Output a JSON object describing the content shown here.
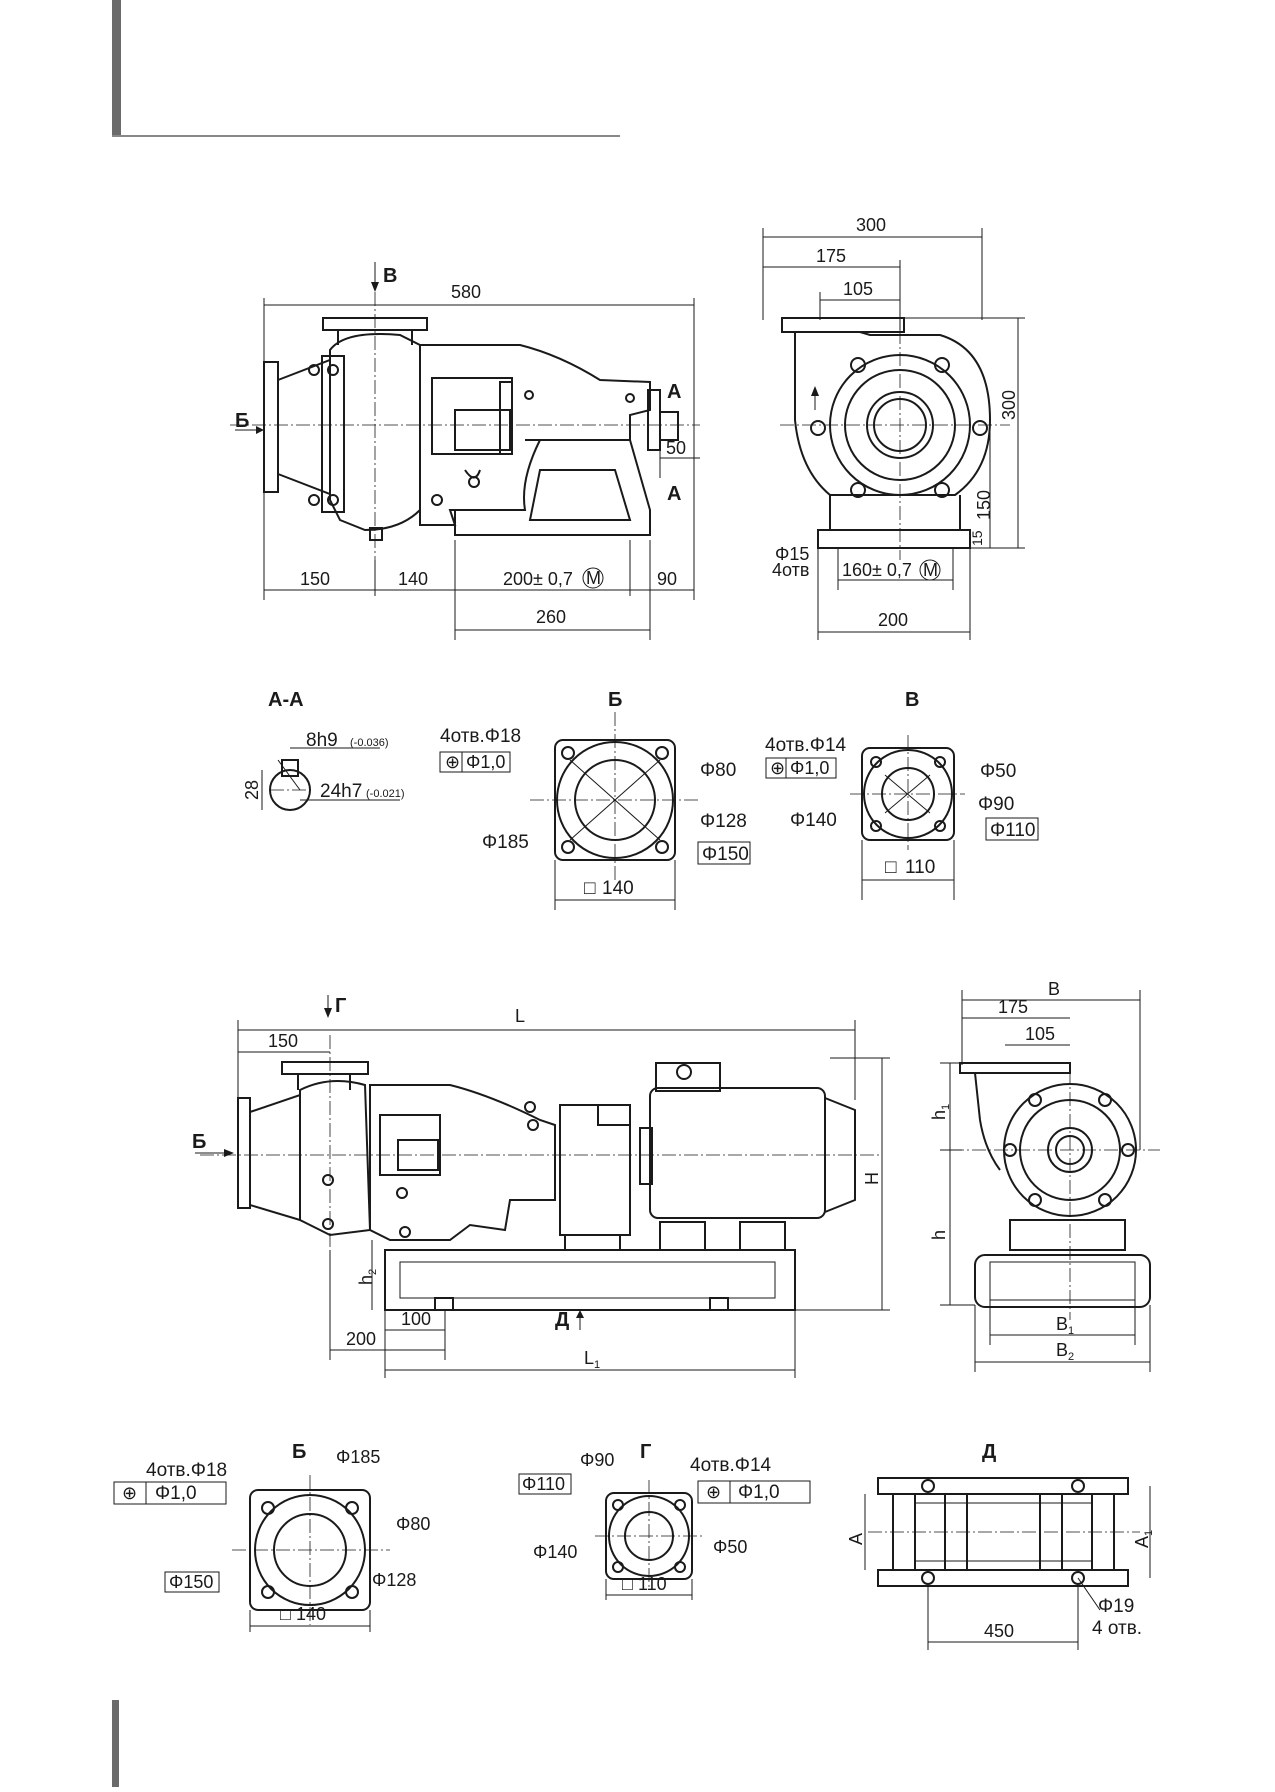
{
  "pump_top": {
    "dims": {
      "overall": "580",
      "b_view": "В",
      "b_side": "Б",
      "a_cut": "А",
      "d150": "150",
      "d140": "140",
      "d200": "200± 0,7",
      "d90": "90",
      "d260": "260",
      "d50": "50"
    }
  },
  "pump_side": {
    "dims": {
      "w300": "300",
      "w175": "175",
      "w105": "105",
      "h300": "300",
      "h150": "150",
      "h15": "15",
      "hole": "Φ15",
      "hole_count": "4отв",
      "d160": "160± 0,7",
      "w200": "200"
    }
  },
  "sections_top": {
    "aa": {
      "title": "А-А",
      "key": "8h9",
      "key_tol": "(-0.036)",
      "dia": "24h7",
      "dia_tol": "(-0.021)",
      "height": "28"
    },
    "b": {
      "title": "Б",
      "holes": "4отв.Φ18",
      "pos_tol": "Φ1,0",
      "d80": "Φ80",
      "d128": "Φ128",
      "d185": "Φ185",
      "d150": "Φ150",
      "sq": "140"
    },
    "v": {
      "title": "В",
      "holes": "4отв.Φ14",
      "pos_tol": "Φ1,0",
      "d50": "Φ50",
      "d90": "Φ90",
      "d140": "Φ140",
      "d110": "Φ110",
      "sq": "110"
    }
  },
  "unit_top": {
    "dims": {
      "L": "L",
      "d150": "150",
      "g": "Г",
      "b": "Б",
      "H": "H",
      "h2": "h",
      "h2_sub": "2",
      "d100": "100",
      "d200": "200",
      "d": "Д",
      "L1": "L",
      "L1_sub": "1"
    }
  },
  "unit_side": {
    "dims": {
      "B": "B",
      "d175": "175",
      "d105": "105",
      "h1": "h",
      "h1_sub": "1",
      "h": "h",
      "B1": "B",
      "B1_sub": "1",
      "B2": "B",
      "B2_sub": "2"
    }
  },
  "sections_bottom": {
    "b": {
      "title": "Б",
      "holes": "4отв.Φ18",
      "pos_tol": "Φ1,0",
      "d185": "Φ185",
      "d80": "Φ80",
      "d150": "Φ150",
      "d128": "Φ128",
      "sq": "140"
    },
    "g": {
      "title": "Г",
      "holes": "4отв.Φ14",
      "pos_tol": "Φ1,0",
      "d90": "Φ90",
      "d110": "Φ110",
      "d140": "Φ140",
      "d50": "Φ50",
      "sq": "110"
    },
    "d": {
      "title": "Д",
      "A": "A",
      "A1": "A",
      "A1_sub": "1",
      "hole": "Φ19",
      "count": "4 отв.",
      "d450": "450"
    }
  }
}
